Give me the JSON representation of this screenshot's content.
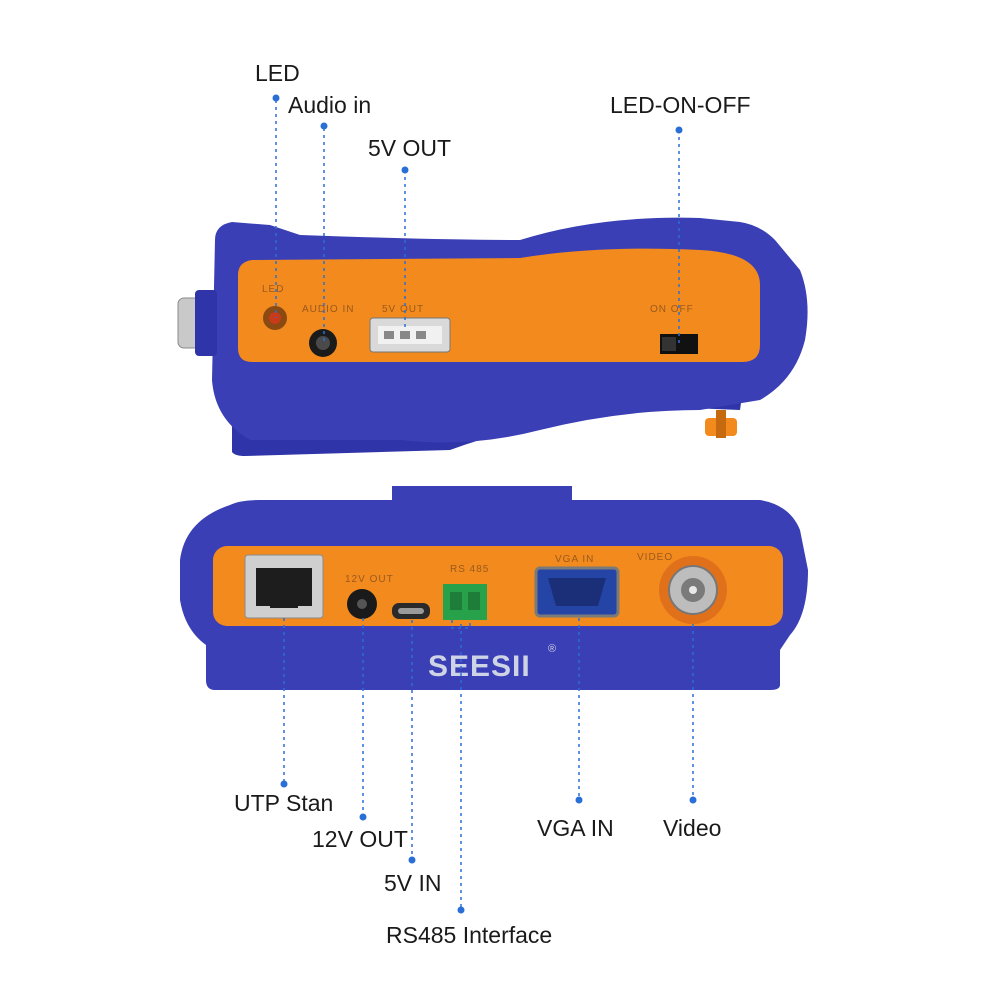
{
  "colors": {
    "body_blue": "#3a3fb5",
    "panel_orange": "#f28a1e",
    "leader_blue": "#2a6fd6",
    "text": "#1a1a1a"
  },
  "top_device": {
    "labels": {
      "led": "LED",
      "audio_in": "Audio in",
      "five_v_out": "5V OUT",
      "led_on_off": "LED-ON-OFF"
    }
  },
  "bottom_device": {
    "brand": "SEESII",
    "labels": {
      "utp": "UTP Stan",
      "twelve_v_out": "12V OUT",
      "five_v_in": "5V IN",
      "rs485": "RS485 Interface",
      "vga_in": "VGA IN",
      "video": "Video"
    }
  }
}
